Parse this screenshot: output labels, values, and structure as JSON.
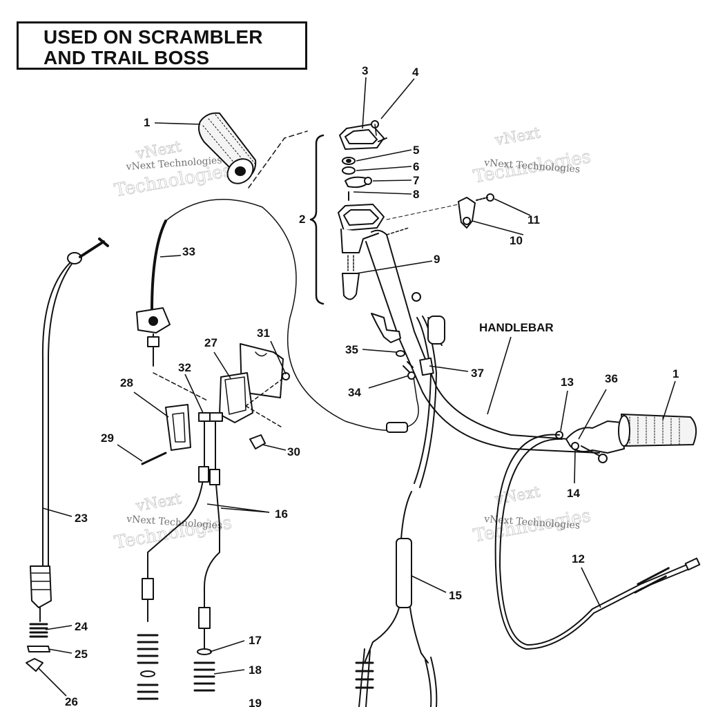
{
  "header": {
    "line1": "USED ON SCRAMBLER",
    "line2": "AND TRAIL BOSS"
  },
  "handlebar_label": "HANDLEBAR",
  "callouts": [
    "1",
    "2",
    "3",
    "4",
    "5",
    "6",
    "7",
    "8",
    "9",
    "10",
    "11",
    "12",
    "13",
    "14",
    "15",
    "16",
    "17",
    "18",
    "19",
    "23",
    "24",
    "25",
    "26",
    "27",
    "28",
    "29",
    "30",
    "31",
    "32",
    "33",
    "34",
    "35",
    "36",
    "37"
  ],
  "watermark": {
    "brand": "vNext",
    "word": "Technologies",
    "full": "vNext Technologies"
  }
}
